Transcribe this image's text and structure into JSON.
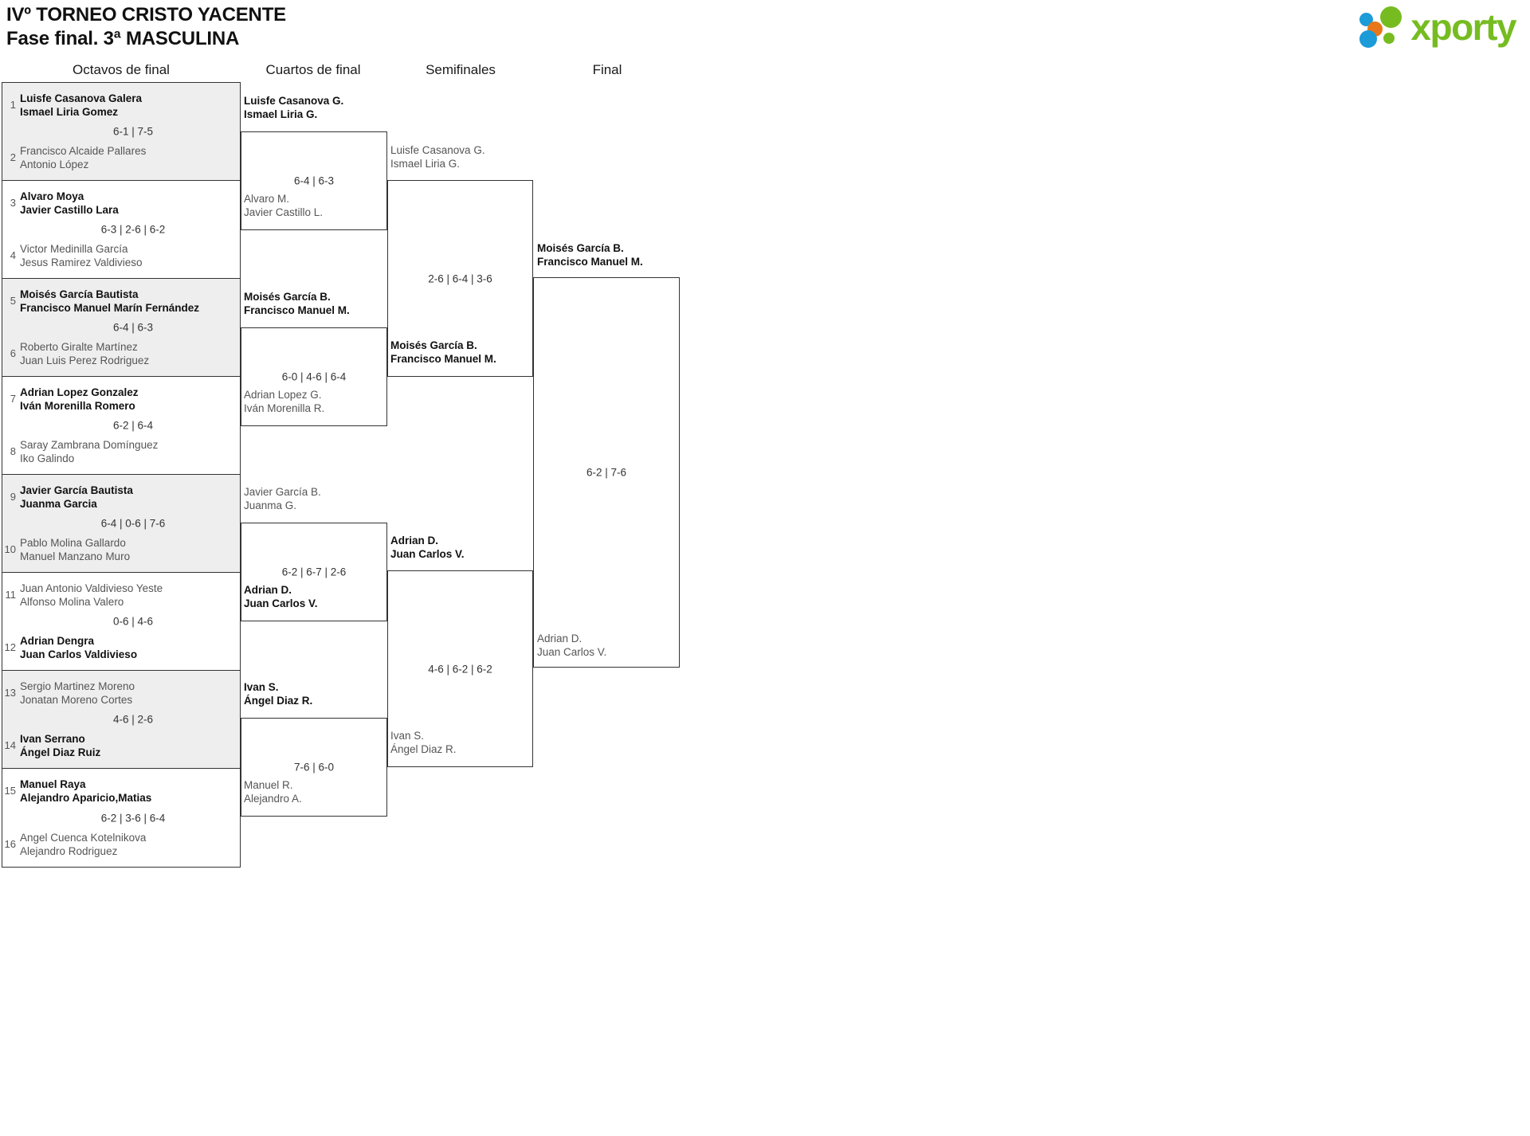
{
  "header": {
    "title_line1": "IVº TORNEO CRISTO YACENTE",
    "title_line2": "Fase final. 3ª MASCULINA",
    "logo_text": "xporty",
    "logo_colors": {
      "green": "#76bc21",
      "blue": "#1b9bd8",
      "orange": "#e8761a"
    }
  },
  "rounds": [
    {
      "label": "Octavos de final"
    },
    {
      "label": "Cuartos de final"
    },
    {
      "label": "Semifinales"
    },
    {
      "label": "Final"
    }
  ],
  "round1": [
    {
      "score": "6-1 | 7-5",
      "top": {
        "seed": "1",
        "p1": "Luisfe Casanova Galera",
        "p2": "Ismael Liria Gomez",
        "winner": true
      },
      "bottom": {
        "seed": "2",
        "p1": "Francisco Alcaide Pallares",
        "p2": "Antonio López",
        "winner": false
      }
    },
    {
      "score": "6-3 | 2-6 | 6-2",
      "top": {
        "seed": "3",
        "p1": "Alvaro Moya",
        "p2": "Javier Castillo Lara",
        "winner": true
      },
      "bottom": {
        "seed": "4",
        "p1": "Victor Medinilla García",
        "p2": "Jesus Ramirez Valdivieso",
        "winner": false
      }
    },
    {
      "score": "6-4 | 6-3",
      "top": {
        "seed": "5",
        "p1": "Moisés García Bautista",
        "p2": "Francisco Manuel Marín Fernández",
        "winner": true
      },
      "bottom": {
        "seed": "6",
        "p1": "Roberto Giralte Martínez",
        "p2": "Juan Luis Perez Rodriguez",
        "winner": false
      }
    },
    {
      "score": "6-2 | 6-4",
      "top": {
        "seed": "7",
        "p1": "Adrian Lopez Gonzalez",
        "p2": "Iván Morenilla Romero",
        "winner": true
      },
      "bottom": {
        "seed": "8",
        "p1": "Saray Zambrana Domínguez",
        "p2": "Iko Galindo",
        "winner": false
      }
    },
    {
      "score": "6-4 | 0-6 | 7-6",
      "top": {
        "seed": "9",
        "p1": "Javier García Bautista",
        "p2": "Juanma Garcia",
        "winner": true
      },
      "bottom": {
        "seed": "10",
        "p1": "Pablo Molina Gallardo",
        "p2": "Manuel Manzano Muro",
        "winner": false
      }
    },
    {
      "score": "0-6 | 4-6",
      "top": {
        "seed": "11",
        "p1": "Juan Antonio Valdivieso Yeste",
        "p2": "Alfonso Molina Valero",
        "winner": false
      },
      "bottom": {
        "seed": "12",
        "p1": "Adrian Dengra",
        "p2": "Juan Carlos Valdivieso",
        "winner": true
      }
    },
    {
      "score": "4-6 | 2-6",
      "top": {
        "seed": "13",
        "p1": "Sergio Martinez Moreno",
        "p2": "Jonatan Moreno Cortes",
        "winner": false
      },
      "bottom": {
        "seed": "14",
        "p1": "Ivan Serrano",
        "p2": "Ángel Diaz Ruiz",
        "winner": true
      }
    },
    {
      "score": "6-2 | 3-6 | 6-4",
      "top": {
        "seed": "15",
        "p1": "Manuel Raya",
        "p2": "Alejandro Aparicio,Matias",
        "winner": true
      },
      "bottom": {
        "seed": "16",
        "p1": "Angel Cuenca Kotelnikova",
        "p2": "Alejandro Rodriguez",
        "winner": false
      }
    }
  ],
  "round2": [
    {
      "score": "6-4 | 6-3",
      "top": {
        "p1": "Luisfe Casanova G.",
        "p2": "Ismael Liria G.",
        "winner": true
      },
      "bottom": {
        "p1": "Alvaro M.",
        "p2": "Javier Castillo L.",
        "winner": false
      }
    },
    {
      "score": "6-0 | 4-6 | 6-4",
      "top": {
        "p1": "Moisés García B.",
        "p2": "Francisco Manuel M.",
        "winner": true
      },
      "bottom": {
        "p1": "Adrian Lopez G.",
        "p2": "Iván Morenilla R.",
        "winner": false
      }
    },
    {
      "score": "6-2 | 6-7 | 2-6",
      "top": {
        "p1": "Javier García B.",
        "p2": "Juanma G.",
        "winner": false
      },
      "bottom": {
        "p1": "Adrian D.",
        "p2": "Juan Carlos V.",
        "winner": true
      }
    },
    {
      "score": "7-6 | 6-0",
      "top": {
        "p1": "Ivan S.",
        "p2": "Ángel Diaz R.",
        "winner": true
      },
      "bottom": {
        "p1": "Manuel R.",
        "p2": "Alejandro A.",
        "winner": false
      }
    }
  ],
  "round3": [
    {
      "score": "2-6 | 6-4 | 3-6",
      "top": {
        "p1": "Luisfe Casanova G.",
        "p2": "Ismael Liria G.",
        "winner": false
      },
      "bottom": {
        "p1": "Moisés García B.",
        "p2": "Francisco Manuel M.",
        "winner": true
      }
    },
    {
      "score": "4-6 | 6-2 | 6-2",
      "top": {
        "p1": "Adrian D.",
        "p2": "Juan Carlos V.",
        "winner": true
      },
      "bottom": {
        "p1": "Ivan S.",
        "p2": "Ángel Diaz R.",
        "winner": false
      }
    }
  ],
  "round4": [
    {
      "score": "6-2 | 7-6",
      "top": {
        "p1": "Moisés García B.",
        "p2": "Francisco Manuel M.",
        "winner": true
      },
      "bottom": {
        "p1": "Adrian D.",
        "p2": "Juan Carlos V.",
        "winner": false
      }
    }
  ]
}
